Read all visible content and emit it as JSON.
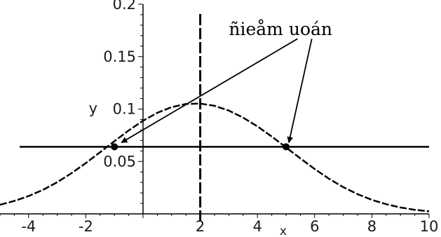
{
  "chart_data": {
    "type": "line",
    "title": "",
    "xlabel": "x",
    "ylabel": "y",
    "xlim": [
      -5,
      10
    ],
    "ylim": [
      0,
      0.2
    ],
    "x_ticks": [
      {
        "value": -4,
        "label": "-4"
      },
      {
        "value": -2,
        "label": "-2"
      },
      {
        "value": 2,
        "label": "2"
      },
      {
        "value": 4,
        "label": "4"
      },
      {
        "value": 6,
        "label": "6"
      },
      {
        "value": 8,
        "label": "8"
      },
      {
        "value": 10,
        "label": "10"
      }
    ],
    "y_ticks": [
      {
        "value": 0.05,
        "label": "0.05"
      },
      {
        "value": 0.1,
        "label": "0.1"
      },
      {
        "value": 0.15,
        "label": "0.15"
      },
      {
        "value": 0.2,
        "label": "0.2"
      }
    ],
    "curve": {
      "x": [
        -5,
        -4.5,
        -4,
        -3.5,
        -3,
        -2.5,
        -2,
        -1.5,
        -1,
        -0.5,
        0,
        0.5,
        1,
        1.5,
        2,
        2.5,
        3,
        3.5,
        4,
        4.5,
        5,
        5.5,
        6,
        6.5,
        7,
        7.5,
        8,
        8.5,
        9,
        9.5,
        10
      ],
      "y": [
        0.0087,
        0.0123,
        0.017,
        0.0229,
        0.0302,
        0.0388,
        0.0484,
        0.0588,
        0.0693,
        0.0796,
        0.0888,
        0.0964,
        0.1018,
        0.1048,
        0.1052,
        0.1031,
        0.0985,
        0.0918,
        0.0834,
        0.0738,
        0.0634,
        0.0529,
        0.0428,
        0.0335,
        0.0255,
        0.0188,
        0.0134,
        0.0092,
        0.0061,
        0.0039,
        0.0024
      ]
    },
    "horizontal_line_y": 0.064,
    "vertical_line_x": 2,
    "inflection_points": [
      {
        "x": -1,
        "y": 0.064
      },
      {
        "x": 5,
        "y": 0.064
      }
    ],
    "annotation": {
      "text": "ñieåm uoán",
      "anchor": [
        3.0,
        0.176
      ]
    }
  }
}
